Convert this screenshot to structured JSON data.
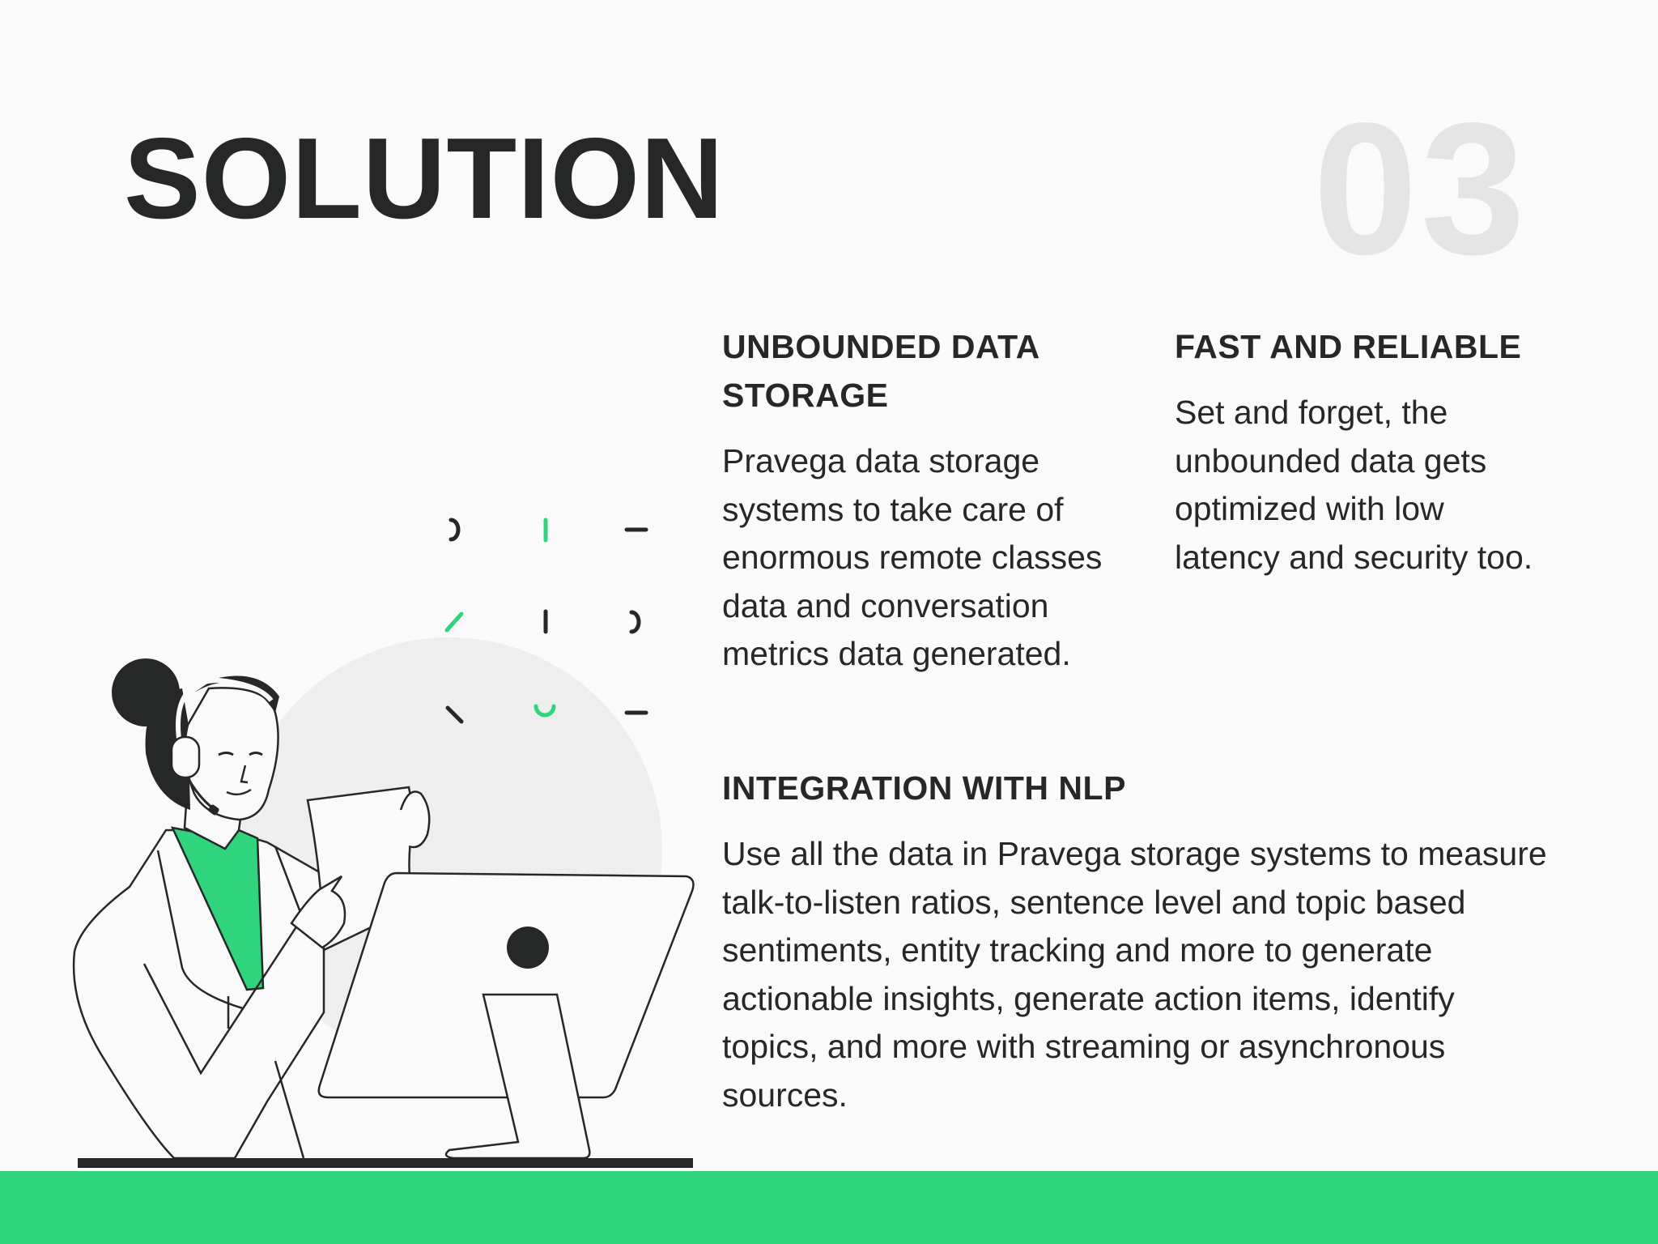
{
  "title": "SOLUTION",
  "page_number": "03",
  "colors": {
    "accent": "#2fd47c",
    "text": "#262828",
    "number": "#e5e5e5",
    "background": "#fafafa",
    "circle": "#eeeeee"
  },
  "sections": {
    "storage": {
      "heading": "UNBOUNDED DATA STORAGE",
      "body": "Pravega data storage systems to take care of enormous remote classes data and conversation metrics data generated."
    },
    "fast": {
      "heading": "FAST AND RELIABLE",
      "body": "Set and forget, the unbounded data gets optimized with low latency and security too."
    },
    "nlp": {
      "heading": "INTEGRATION WITH NLP",
      "body": "Use all the data in Pravega storage systems to measure talk-to-listen ratios, sentence level and topic based sentiments, entity tracking and more to generate actionable insights, generate action items, identify topics, and more with streaming or asynchronous sources."
    }
  },
  "illustration": {
    "icon": "support-agent-illustration"
  }
}
